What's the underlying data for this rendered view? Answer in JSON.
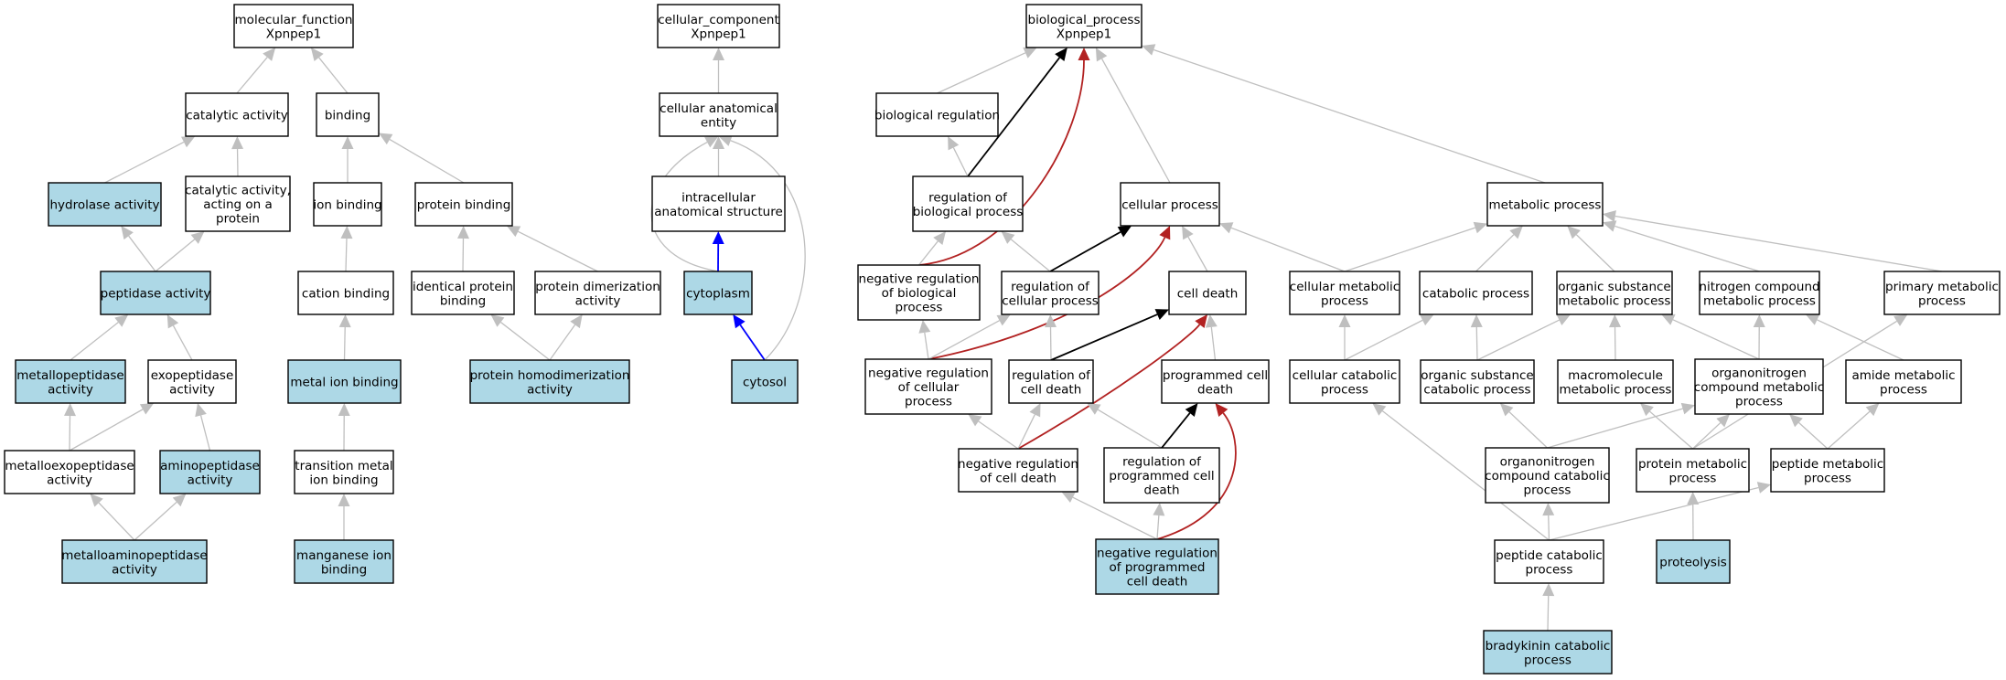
{
  "colors": {
    "highlight_fill": "#add8e6",
    "plain_fill": "#ffffff",
    "gray_edge": "#bfbfbf",
    "black_edge": "#000000",
    "red_edge": "#b22222",
    "blue_edge": "#0000ff"
  },
  "nodes": [
    {
      "id": "mf",
      "lines": [
        "molecular_function",
        "Xpnpep1"
      ],
      "highlight": false
    },
    {
      "id": "cat",
      "lines": [
        "catalytic activity"
      ],
      "highlight": false
    },
    {
      "id": "bind",
      "lines": [
        "binding"
      ],
      "highlight": false
    },
    {
      "id": "hyd",
      "lines": [
        "hydrolase activity"
      ],
      "highlight": true
    },
    {
      "id": "catp",
      "lines": [
        "catalytic activity,",
        "acting on a",
        "protein"
      ],
      "highlight": false
    },
    {
      "id": "ionb",
      "lines": [
        "ion binding"
      ],
      "highlight": false
    },
    {
      "id": "protb",
      "lines": [
        "protein binding"
      ],
      "highlight": false
    },
    {
      "id": "pep",
      "lines": [
        "peptidase activity"
      ],
      "highlight": true
    },
    {
      "id": "catb",
      "lines": [
        "cation binding"
      ],
      "highlight": false
    },
    {
      "id": "idpb",
      "lines": [
        "identical protein",
        "binding"
      ],
      "highlight": false
    },
    {
      "id": "pdim",
      "lines": [
        "protein dimerization",
        "activity"
      ],
      "highlight": false
    },
    {
      "id": "mpep",
      "lines": [
        "metallopeptidase",
        "activity"
      ],
      "highlight": true
    },
    {
      "id": "exo",
      "lines": [
        "exopeptidase",
        "activity"
      ],
      "highlight": false
    },
    {
      "id": "mib",
      "lines": [
        "metal ion binding"
      ],
      "highlight": true
    },
    {
      "id": "phd",
      "lines": [
        "protein homodimerization",
        "activity"
      ],
      "highlight": true
    },
    {
      "id": "mexo",
      "lines": [
        "metalloexopeptidase",
        "activity"
      ],
      "highlight": false
    },
    {
      "id": "amin",
      "lines": [
        "aminopeptidase",
        "activity"
      ],
      "highlight": true
    },
    {
      "id": "tmib",
      "lines": [
        "transition metal",
        "ion binding"
      ],
      "highlight": false
    },
    {
      "id": "mamin",
      "lines": [
        "metalloaminopeptidase",
        "activity"
      ],
      "highlight": true
    },
    {
      "id": "mnb",
      "lines": [
        "manganese ion",
        "binding"
      ],
      "highlight": true
    },
    {
      "id": "cc",
      "lines": [
        "cellular_component",
        "Xpnpep1"
      ],
      "highlight": false
    },
    {
      "id": "cae",
      "lines": [
        "cellular anatomical",
        "entity"
      ],
      "highlight": false
    },
    {
      "id": "ias",
      "lines": [
        "intracellular",
        "anatomical structure"
      ],
      "highlight": false
    },
    {
      "id": "cyto",
      "lines": [
        "cytoplasm"
      ],
      "highlight": true
    },
    {
      "id": "cytosol",
      "lines": [
        "cytosol"
      ],
      "highlight": true
    },
    {
      "id": "bp",
      "lines": [
        "biological_process",
        "Xpnpep1"
      ],
      "highlight": false
    },
    {
      "id": "breg",
      "lines": [
        "biological regulation"
      ],
      "highlight": false
    },
    {
      "id": "rbp",
      "lines": [
        "regulation of",
        "biological process"
      ],
      "highlight": false
    },
    {
      "id": "cp",
      "lines": [
        "cellular process"
      ],
      "highlight": false
    },
    {
      "id": "mp",
      "lines": [
        "metabolic process"
      ],
      "highlight": false
    },
    {
      "id": "nrbp",
      "lines": [
        "negative regulation",
        "of biological",
        "process"
      ],
      "highlight": false
    },
    {
      "id": "rcp",
      "lines": [
        "regulation of",
        "cellular process"
      ],
      "highlight": false
    },
    {
      "id": "cd",
      "lines": [
        "cell death"
      ],
      "highlight": false
    },
    {
      "id": "cmp",
      "lines": [
        "cellular metabolic",
        "process"
      ],
      "highlight": false
    },
    {
      "id": "catp2",
      "lines": [
        "catabolic process"
      ],
      "highlight": false
    },
    {
      "id": "osmp",
      "lines": [
        "organic substance",
        "metabolic process"
      ],
      "highlight": false
    },
    {
      "id": "ncmp",
      "lines": [
        "nitrogen compound",
        "metabolic process"
      ],
      "highlight": false
    },
    {
      "id": "pmp",
      "lines": [
        "primary metabolic",
        "process"
      ],
      "highlight": false
    },
    {
      "id": "nrcp",
      "lines": [
        "negative regulation",
        "of cellular",
        "process"
      ],
      "highlight": false
    },
    {
      "id": "rcd",
      "lines": [
        "regulation of",
        "cell death"
      ],
      "highlight": false
    },
    {
      "id": "pcd",
      "lines": [
        "programmed cell",
        "death"
      ],
      "highlight": false
    },
    {
      "id": "ccp",
      "lines": [
        "cellular catabolic",
        "process"
      ],
      "highlight": false
    },
    {
      "id": "oscp",
      "lines": [
        "organic substance",
        "catabolic process"
      ],
      "highlight": false
    },
    {
      "id": "mmp",
      "lines": [
        "macromolecule",
        "metabolic process"
      ],
      "highlight": false
    },
    {
      "id": "oncmp",
      "lines": [
        "organonitrogen",
        "compound metabolic",
        "process"
      ],
      "highlight": false
    },
    {
      "id": "amp",
      "lines": [
        "amide metabolic",
        "process"
      ],
      "highlight": false
    },
    {
      "id": "nrcd",
      "lines": [
        "negative regulation",
        "of cell death"
      ],
      "highlight": false
    },
    {
      "id": "rpcd",
      "lines": [
        "regulation of",
        "programmed cell",
        "death"
      ],
      "highlight": false
    },
    {
      "id": "onccp",
      "lines": [
        "organonitrogen",
        "compound catabolic",
        "process"
      ],
      "highlight": false
    },
    {
      "id": "prmp",
      "lines": [
        "protein metabolic",
        "process"
      ],
      "highlight": false
    },
    {
      "id": "pepmp",
      "lines": [
        "peptide metabolic",
        "process"
      ],
      "highlight": false
    },
    {
      "id": "nrpcd",
      "lines": [
        "negative regulation",
        "of programmed",
        "cell death"
      ],
      "highlight": true
    },
    {
      "id": "pepcp",
      "lines": [
        "peptide catabolic",
        "process"
      ],
      "highlight": false
    },
    {
      "id": "proteo",
      "lines": [
        "proteolysis"
      ],
      "highlight": true
    },
    {
      "id": "brady",
      "lines": [
        "bradykinin catabolic",
        "process"
      ],
      "highlight": true
    }
  ],
  "edges": [
    {
      "from": "cat",
      "to": "mf",
      "color": "gray"
    },
    {
      "from": "bind",
      "to": "mf",
      "color": "gray"
    },
    {
      "from": "hyd",
      "to": "cat",
      "color": "gray"
    },
    {
      "from": "catp",
      "to": "cat",
      "color": "gray"
    },
    {
      "from": "ionb",
      "to": "bind",
      "color": "gray"
    },
    {
      "from": "protb",
      "to": "bind",
      "color": "gray"
    },
    {
      "from": "pep",
      "to": "hyd",
      "color": "gray"
    },
    {
      "from": "pep",
      "to": "catp",
      "color": "gray"
    },
    {
      "from": "catb",
      "to": "ionb",
      "color": "gray"
    },
    {
      "from": "idpb",
      "to": "protb",
      "color": "gray"
    },
    {
      "from": "pdim",
      "to": "protb",
      "color": "gray"
    },
    {
      "from": "mpep",
      "to": "pep",
      "color": "gray"
    },
    {
      "from": "exo",
      "to": "pep",
      "color": "gray"
    },
    {
      "from": "mib",
      "to": "catb",
      "color": "gray"
    },
    {
      "from": "phd",
      "to": "idpb",
      "color": "gray"
    },
    {
      "from": "phd",
      "to": "pdim",
      "color": "gray"
    },
    {
      "from": "mexo",
      "to": "mpep",
      "color": "gray"
    },
    {
      "from": "mexo",
      "to": "exo",
      "color": "gray"
    },
    {
      "from": "amin",
      "to": "exo",
      "color": "gray"
    },
    {
      "from": "tmib",
      "to": "mib",
      "color": "gray"
    },
    {
      "from": "mamin",
      "to": "mexo",
      "color": "gray"
    },
    {
      "from": "mamin",
      "to": "amin",
      "color": "gray"
    },
    {
      "from": "mnb",
      "to": "tmib",
      "color": "gray"
    },
    {
      "from": "cae",
      "to": "cc",
      "color": "gray"
    },
    {
      "from": "ias",
      "to": "cae",
      "color": "gray"
    },
    {
      "from": "cyto",
      "to": "cae",
      "color": "gray"
    },
    {
      "from": "cyto",
      "to": "ias",
      "color": "blue"
    },
    {
      "from": "cytosol",
      "to": "cyto",
      "color": "blue"
    },
    {
      "from": "cytosol",
      "to": "cae",
      "color": "gray"
    },
    {
      "from": "breg",
      "to": "bp",
      "color": "gray"
    },
    {
      "from": "rbp",
      "to": "bp",
      "color": "black"
    },
    {
      "from": "cp",
      "to": "bp",
      "color": "gray"
    },
    {
      "from": "mp",
      "to": "bp",
      "color": "gray"
    },
    {
      "from": "nrbp",
      "to": "bp",
      "color": "red"
    },
    {
      "from": "rbp",
      "to": "breg",
      "color": "gray"
    },
    {
      "from": "nrbp",
      "to": "rbp",
      "color": "gray"
    },
    {
      "from": "rcp",
      "to": "rbp",
      "color": "gray"
    },
    {
      "from": "rcp",
      "to": "cp",
      "color": "black"
    },
    {
      "from": "nrcp",
      "to": "cp",
      "color": "red"
    },
    {
      "from": "cd",
      "to": "cp",
      "color": "gray"
    },
    {
      "from": "cmp",
      "to": "cp",
      "color": "gray"
    },
    {
      "from": "nrcp",
      "to": "nrbp",
      "color": "gray"
    },
    {
      "from": "nrcp",
      "to": "rcp",
      "color": "gray"
    },
    {
      "from": "rcd",
      "to": "rcp",
      "color": "gray"
    },
    {
      "from": "rcd",
      "to": "cd",
      "color": "black"
    },
    {
      "from": "nrcd",
      "to": "cd",
      "color": "red"
    },
    {
      "from": "pcd",
      "to": "cd",
      "color": "gray"
    },
    {
      "from": "cmp",
      "to": "mp",
      "color": "gray"
    },
    {
      "from": "catp2",
      "to": "mp",
      "color": "gray"
    },
    {
      "from": "osmp",
      "to": "mp",
      "color": "gray"
    },
    {
      "from": "ncmp",
      "to": "mp",
      "color": "gray"
    },
    {
      "from": "pmp",
      "to": "mp",
      "color": "gray"
    },
    {
      "from": "ccp",
      "to": "cmp",
      "color": "gray"
    },
    {
      "from": "ccp",
      "to": "catp2",
      "color": "gray"
    },
    {
      "from": "oscp",
      "to": "catp2",
      "color": "gray"
    },
    {
      "from": "oscp",
      "to": "osmp",
      "color": "gray"
    },
    {
      "from": "mmp",
      "to": "osmp",
      "color": "gray"
    },
    {
      "from": "oncmp",
      "to": "osmp",
      "color": "gray"
    },
    {
      "from": "oncmp",
      "to": "ncmp",
      "color": "gray"
    },
    {
      "from": "amp",
      "to": "ncmp",
      "color": "gray"
    },
    {
      "from": "prmp",
      "to": "pmp",
      "color": "gray"
    },
    {
      "from": "nrcd",
      "to": "nrcp",
      "color": "gray"
    },
    {
      "from": "nrcd",
      "to": "rcd",
      "color": "gray"
    },
    {
      "from": "rpcd",
      "to": "rcd",
      "color": "gray"
    },
    {
      "from": "rpcd",
      "to": "pcd",
      "color": "black"
    },
    {
      "from": "nrpcd",
      "to": "pcd",
      "color": "red"
    },
    {
      "from": "nrpcd",
      "to": "nrcd",
      "color": "gray"
    },
    {
      "from": "nrpcd",
      "to": "rpcd",
      "color": "gray"
    },
    {
      "from": "onccp",
      "to": "oscp",
      "color": "gray"
    },
    {
      "from": "onccp",
      "to": "oncmp",
      "color": "gray"
    },
    {
      "from": "prmp",
      "to": "mmp",
      "color": "gray"
    },
    {
      "from": "prmp",
      "to": "oncmp",
      "color": "gray"
    },
    {
      "from": "pepmp",
      "to": "oncmp",
      "color": "gray"
    },
    {
      "from": "pepmp",
      "to": "amp",
      "color": "gray"
    },
    {
      "from": "pepcp",
      "to": "ccp",
      "color": "gray"
    },
    {
      "from": "pepcp",
      "to": "onccp",
      "color": "gray"
    },
    {
      "from": "pepcp",
      "to": "pepmp",
      "color": "gray"
    },
    {
      "from": "proteo",
      "to": "prmp",
      "color": "gray"
    },
    {
      "from": "brady",
      "to": "pepcp",
      "color": "gray"
    }
  ]
}
